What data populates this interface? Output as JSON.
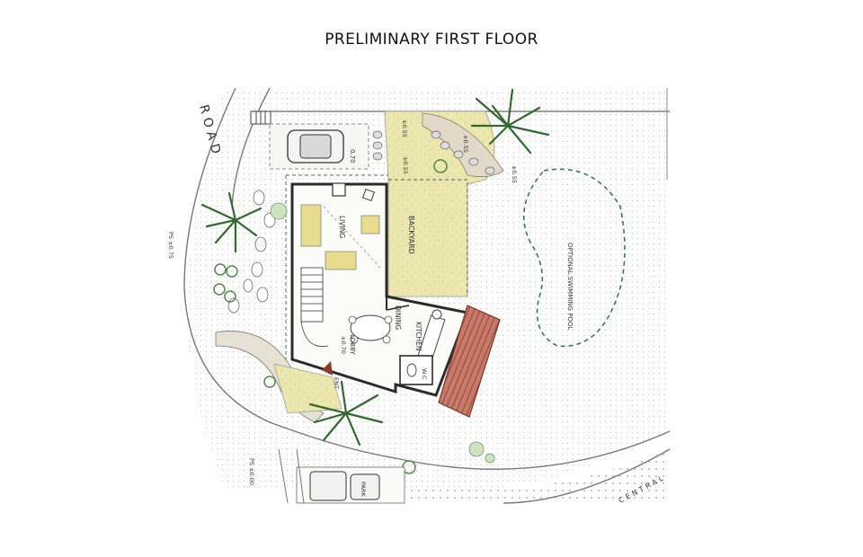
{
  "title": "PRELIMINARY FIRST FLOOR",
  "labels": {
    "road": "ROAD",
    "living": "LIVING",
    "dining": "DINING",
    "kitchen": "KITCHEN",
    "wc": "W.C",
    "backyard": "BACKYARD",
    "pool": "OPTIONAL SWIMMING POOL",
    "lobby": "LOBBY",
    "entry": "ENT",
    "park": "PARK",
    "ps_level_1": "PS ±0.75",
    "ps_level_2": "PS ±0.00",
    "level_garage": "0.70",
    "level_steps_a": "±0.55",
    "level_steps_b": "±0.55",
    "level_steps_c": "±0.55",
    "level_back": "±0.55",
    "level_lobby": "±0.70",
    "road_bottom": "CENTRAL"
  },
  "colors": {
    "paving": "#e8e3a8",
    "ground": "#f3f3ee",
    "palm": "#3f7a3c",
    "wall": "#2b2b2b",
    "roof_tiles": "#a35a4a",
    "pool_outline": "#3d6f78"
  }
}
